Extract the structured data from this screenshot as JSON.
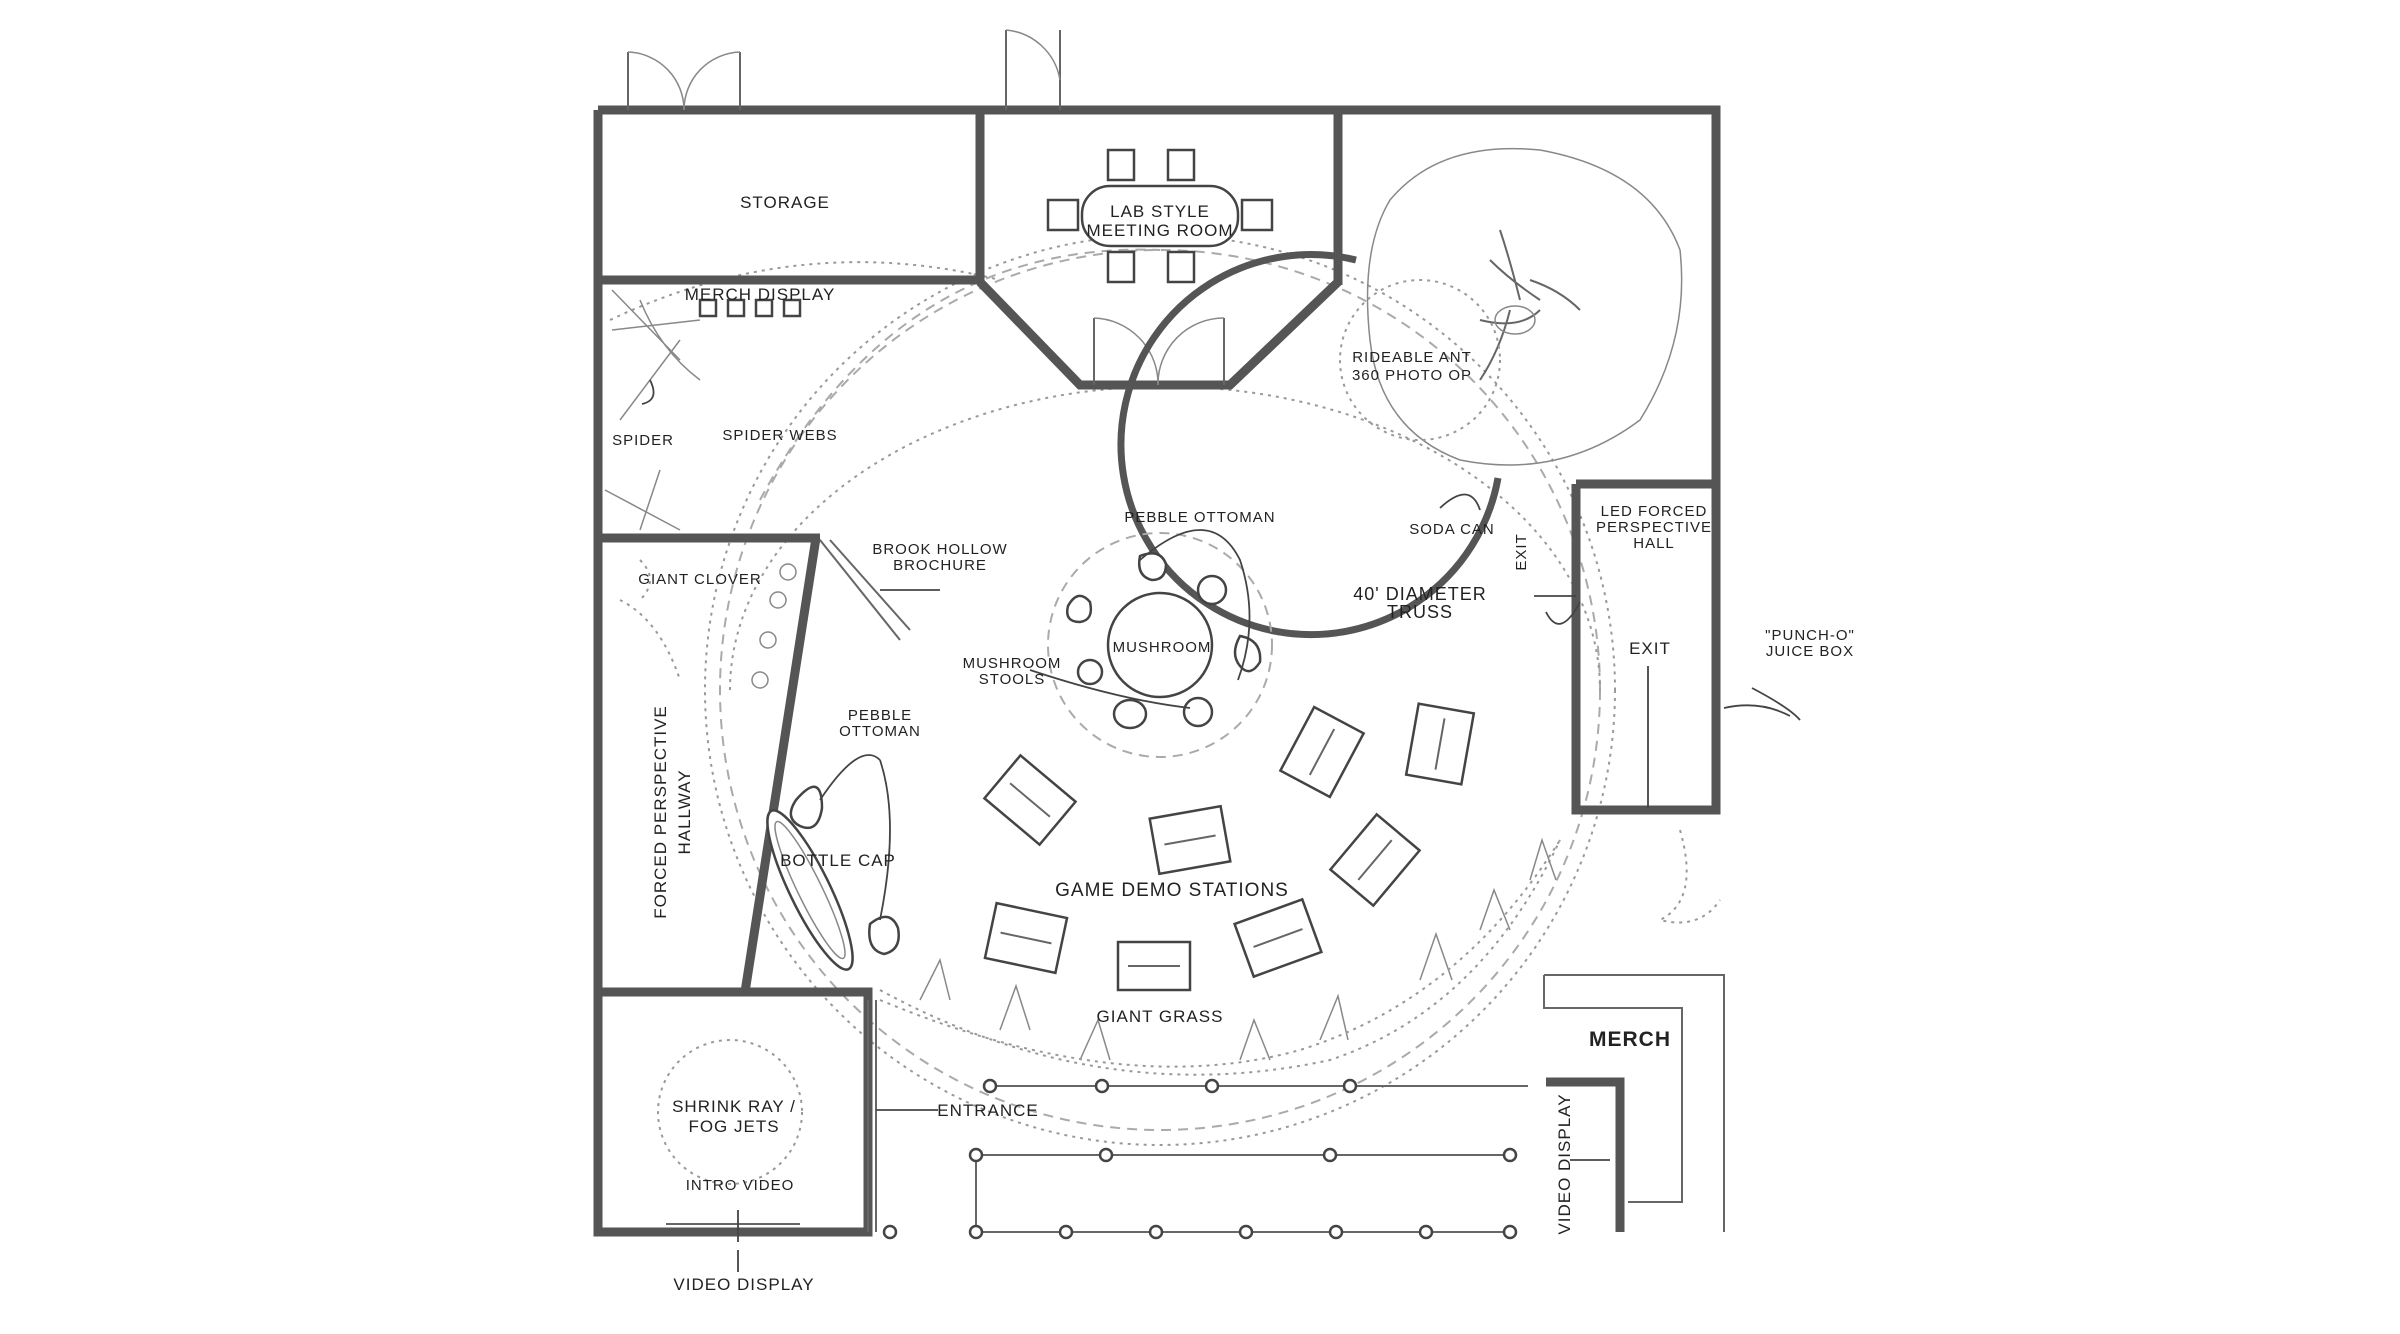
{
  "labels": {
    "storage": "STORAGE",
    "meeting_room_line1": "LAB STYLE",
    "meeting_room_line2": "MEETING ROOM",
    "merch_display": "MERCH DISPLAY",
    "spider": "SPIDER",
    "spider_webs": "SPIDER WEBS",
    "rideable_ant_line1": "RIDEABLE ANT",
    "rideable_ant_line2": "360 PHOTO OP",
    "soda_can": "SODA CAN",
    "exit_vertical": "EXIT",
    "led_hall_line1": "LED FORCED",
    "led_hall_line2": "PERSPECTIVE",
    "led_hall_line3": "HALL",
    "exit": "EXIT",
    "juice_box_line1": "\"PUNCH-O\"",
    "juice_box_line2": "JUICE BOX",
    "truss_line1": "40' DIAMETER",
    "truss_line2": "TRUSS",
    "pebble_ottoman_top": "PEBBLE OTTOMAN",
    "brook_hollow_line1": "BROOK HOLLOW",
    "brook_hollow_line2": "BROCHURE",
    "giant_clover": "GIANT CLOVER",
    "mushroom": "MUSHROOM",
    "mushroom_stools_line1": "MUSHROOM",
    "mushroom_stools_line2": "STOOLS",
    "pebble_ottoman_left_line1": "PEBBLE",
    "pebble_ottoman_left_line2": "OTTOMAN",
    "forced_hallway_line1": "FORCED PERSPECTIVE",
    "forced_hallway_line2": "HALLWAY",
    "bottle_cap": "BOTTLE CAP",
    "game_demo": "GAME DEMO STATIONS",
    "giant_grass": "GIANT GRASS",
    "merch": "MERCH",
    "entrance": "ENTRANCE",
    "shrink_ray_line1": "SHRINK RAY /",
    "shrink_ray_line2": "FOG JETS",
    "intro_video": "INTRO VIDEO",
    "video_display_bottom": "VIDEO DISPLAY",
    "video_display_right": "VIDEO DISPLAY"
  }
}
